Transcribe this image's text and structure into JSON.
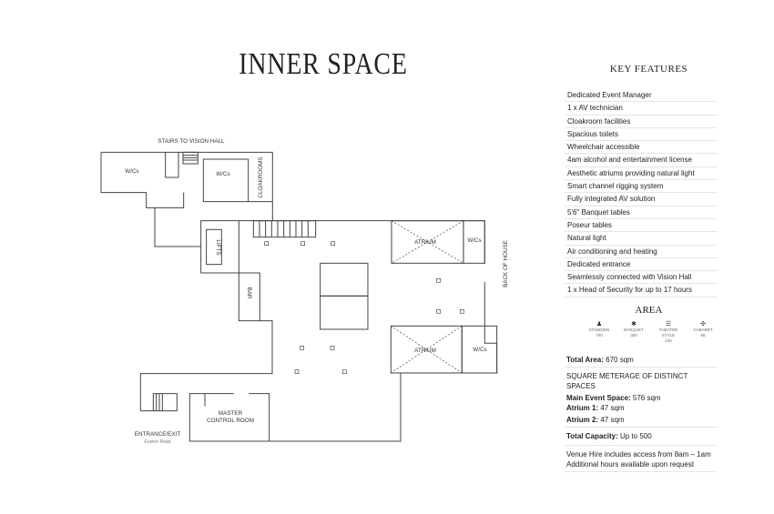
{
  "title": "INNER SPACE",
  "plan": {
    "labels": {
      "stairs": "STAIRS TO VISION HALL",
      "wc": "W/Cs",
      "cloakrooms": "CLOAKROOMS",
      "lifts": "LIFTS",
      "bar": "BAR",
      "atrium": "ATRIUM",
      "back_of_house": "BACK OF HOUSE",
      "master1": "MASTER",
      "master2": "CONTROL ROOM",
      "entrance": "ENTRANCE/EXIT",
      "road": "Euston Road"
    }
  },
  "key_features": {
    "heading": "KEY FEATURES",
    "items": [
      "Dedicated Event Manager",
      "1 x AV technician",
      "Cloakroom facilities",
      "Spacious toilets",
      "Wheelchair accessible",
      "4am alcohol and entertainment license",
      "Aesthetic atriums providing natural light",
      "Smart channel rigging system",
      "Fully integrated AV solution",
      "5'6\" Banquet tables",
      "Poseur tables",
      "Natural light",
      "Air conditioning and heating",
      "Dedicated entrance",
      "Seamlessly connected with Vision Hall",
      "1 x Head of Security for up to 17 hours"
    ]
  },
  "area": {
    "heading": "AREA",
    "capacities": [
      {
        "icon": "standing-icon",
        "glyph": "♟",
        "label": "STANDING",
        "value": "700"
      },
      {
        "icon": "banquet-icon",
        "glyph": "✱",
        "label": "BANQUET",
        "value": "300"
      },
      {
        "icon": "theatre-icon",
        "glyph": "☰",
        "label": "THEATRE STYLE",
        "value": "240"
      },
      {
        "icon": "cabaret-icon",
        "glyph": "✣",
        "label": "CABARET",
        "value": "65"
      }
    ],
    "total_area_label": "Total Area:",
    "total_area": " 670 sqm",
    "distinct_heading": "SQUARE METERAGE OF DISTINCT SPACES",
    "main_label": "Main Event Space:",
    "main": " 576 sqm",
    "atrium1_label": "Atrium 1:",
    "atrium1": " 47 sqm",
    "atrium2_label": "Atrium 2:",
    "atrium2": " 47 sqm",
    "capacity_label": "Total Capacity:",
    "capacity": " Up to 500",
    "hire1": "Venue Hire includes access from 8am – 1am",
    "hire2": "Additional hours available upon request"
  }
}
